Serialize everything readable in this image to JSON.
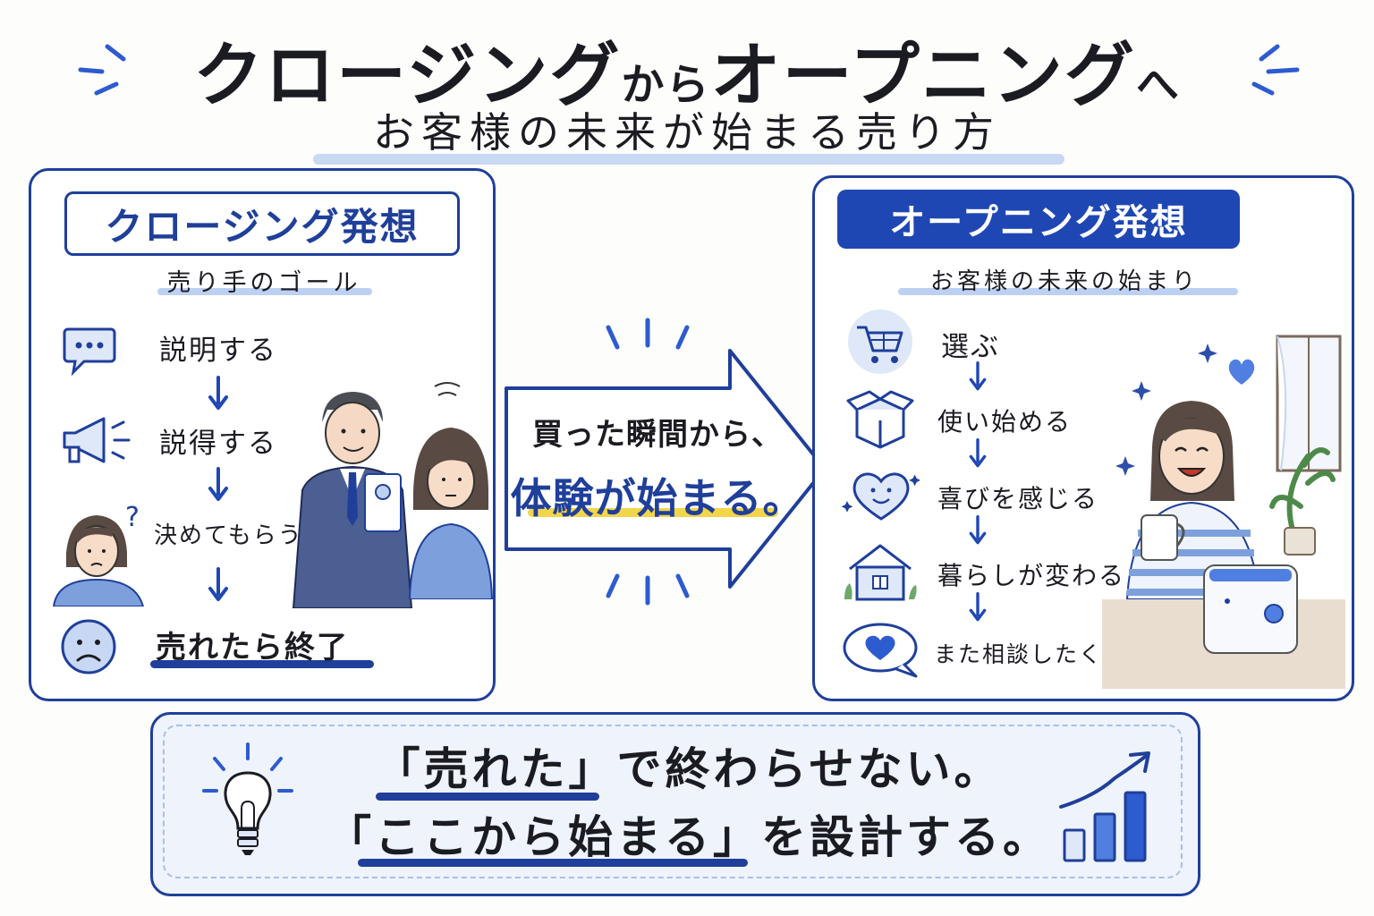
{
  "title": {
    "part1": "クロージング",
    "connector": "から",
    "part2": "オープニング",
    "suffix": "へ"
  },
  "subtitle": "お客様の未来が始まる売り方",
  "closing": {
    "heading": "クロージング発想",
    "goal": "売り手のゴール",
    "steps": [
      "説明する",
      "説得する",
      "決めてもらう",
      "売れたら終了"
    ]
  },
  "center": {
    "line1": "買った瞬間から、",
    "line2": "体験が始まる。"
  },
  "opening": {
    "heading": "オープニング発想",
    "goal": "お客様の未来の始まり",
    "steps": [
      "選ぶ",
      "使い始める",
      "喜びを感じる",
      "暮らしが変わる",
      "また相談したくなる"
    ]
  },
  "bottom": {
    "line1": "「売れた」で終わらせない。",
    "line2": "「ここから始まる」を設計する。"
  },
  "colors": {
    "primary": "#1f3f9a",
    "accent": "#1f47b4",
    "light": "#bcd0f2",
    "highlight": "#f3d54a"
  },
  "icons": {
    "closing": [
      "speech-bubble-icon",
      "megaphone-icon",
      "down-arrow-icon",
      "sad-face-icon"
    ],
    "opening": [
      "shopping-cart-icon",
      "open-box-icon",
      "heart-face-icon",
      "house-icon",
      "heart-speech-bubble-icon"
    ],
    "bottom": [
      "light-bulb-icon",
      "growth-chart-icon"
    ]
  }
}
